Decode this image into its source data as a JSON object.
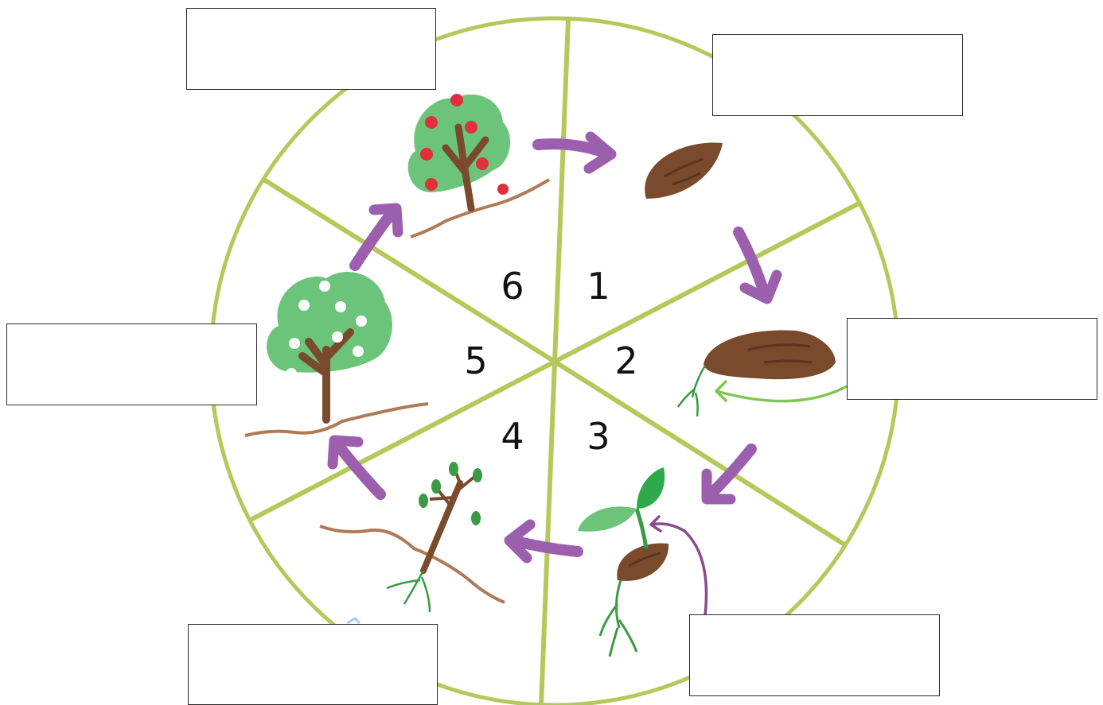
{
  "diagram": {
    "stages": [
      {
        "number": "1",
        "stage": "seed",
        "label_text": ""
      },
      {
        "number": "2",
        "stage": "germinating-seed",
        "label_text": ""
      },
      {
        "number": "3",
        "stage": "seedling",
        "label_text": ""
      },
      {
        "number": "4",
        "stage": "young-tree",
        "label_text": ""
      },
      {
        "number": "5",
        "stage": "flowering-tree",
        "label_text": ""
      },
      {
        "number": "6",
        "stage": "fruiting-tree",
        "label_text": ""
      }
    ]
  },
  "colors": {
    "circle": "#b5c95a",
    "arrow": "#9b5fad",
    "seed": "#7a4a2c",
    "leaf": "#6cc47a",
    "leaf_dark": "#3a9a45",
    "trunk": "#7a4a2c",
    "flower": "#ffffff",
    "apple": "#e0303c",
    "soil": "#b07a55",
    "pointer_green": "#7ec850",
    "pointer_purple": "#8a4a8c"
  },
  "icons": [
    "seed-icon",
    "germinating-seed-icon",
    "seedling-icon",
    "young-tree-icon",
    "flowering-tree-icon",
    "apple-tree-icon",
    "cycle-arrow-icon"
  ]
}
